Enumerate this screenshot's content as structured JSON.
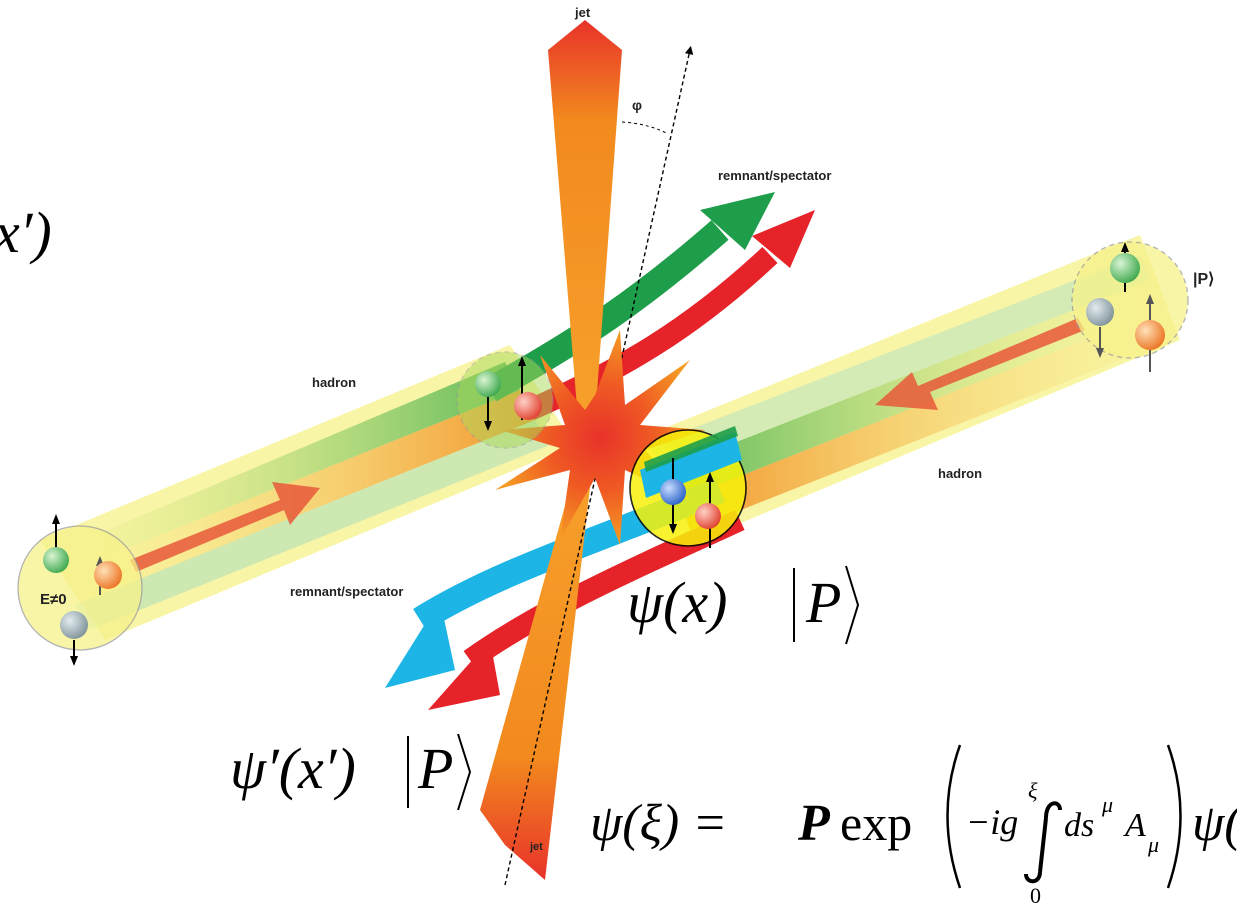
{
  "labels": {
    "jet_top": "jet",
    "jet_bottom": "jet",
    "angle": "φ",
    "remnant_top": "remnant/spectator",
    "remnant_bottom": "remnant/spectator",
    "hadron_left": "hadron",
    "hadron_right": "hadron",
    "state_ket": "|P⟩",
    "energy": "E≠0"
  },
  "equations": {
    "partial_top_left": "x′)",
    "psi_x": "ψ(x)",
    "ket_P_1": "P",
    "psi_prime": "ψ′(x′)",
    "ket_P_2": "P",
    "gauge_lhs": "ψ(ξ) = ",
    "gauge_P": "P",
    "gauge_exp": "exp",
    "gauge_ig": "−ig",
    "gauge_upper": "ξ",
    "gauge_lower": "0",
    "gauge_ds": "ds",
    "gauge_mu_sup": "μ",
    "gauge_A": "A",
    "gauge_mu_sub": "μ",
    "gauge_rhs_partial": "ψ("
  },
  "colors": {
    "jet": "#f28a1e",
    "jet_tip": "#e8322a",
    "green_arrow": "#1e9e4a",
    "red_arrow": "#e52329",
    "blue_arrow": "#1db5e6",
    "tube": "#f7f28a",
    "quark_green": "#4cbb5c",
    "quark_orange": "#f07f26",
    "quark_gray": "#8ea0a6",
    "quark_red": "#e84a3c",
    "quark_blue": "#2f6fd0"
  }
}
